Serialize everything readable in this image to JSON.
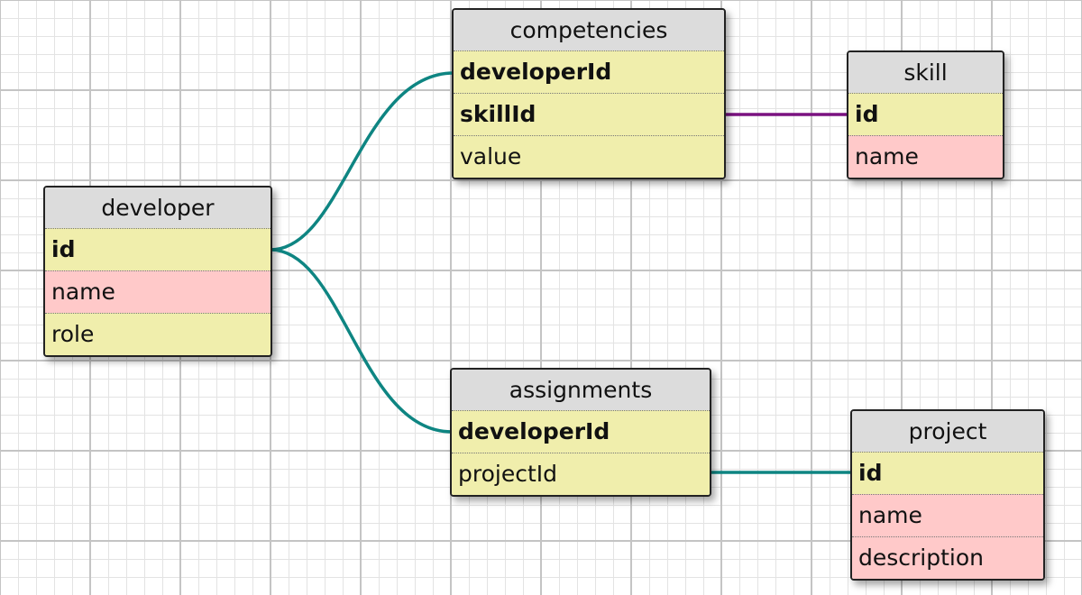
{
  "tables": {
    "developer": {
      "title": "developer",
      "fields": [
        {
          "label": "id",
          "key": true,
          "color": "#f0eeac"
        },
        {
          "label": "name",
          "key": false,
          "color": "#ffc9c9"
        },
        {
          "label": "role",
          "key": false,
          "color": "#f0eeac"
        }
      ]
    },
    "competencies": {
      "title": "competencies",
      "fields": [
        {
          "label": "developerId",
          "key": true,
          "color": "#f0eeac"
        },
        {
          "label": "skillId",
          "key": true,
          "color": "#f0eeac"
        },
        {
          "label": "value",
          "key": false,
          "color": "#f0eeac"
        }
      ]
    },
    "skill": {
      "title": "skill",
      "fields": [
        {
          "label": "id",
          "key": true,
          "color": "#f0eeac"
        },
        {
          "label": "name",
          "key": false,
          "color": "#ffc9c9"
        }
      ]
    },
    "assignments": {
      "title": "assignments",
      "fields": [
        {
          "label": "developerId",
          "key": true,
          "color": "#f0eeac"
        },
        {
          "label": "projectId",
          "key": false,
          "color": "#f0eeac"
        }
      ]
    },
    "project": {
      "title": "project",
      "fields": [
        {
          "label": "id",
          "key": true,
          "color": "#f0eeac"
        },
        {
          "label": "name",
          "key": false,
          "color": "#ffc9c9"
        },
        {
          "label": "description",
          "key": false,
          "color": "#ffc9c9"
        }
      ]
    }
  },
  "relations": [
    {
      "from": "developer.id",
      "to": "competencies.developerId",
      "color": "#0e8582"
    },
    {
      "from": "developer.id",
      "to": "assignments.developerId",
      "color": "#0e8582"
    },
    {
      "from": "competencies.skillId",
      "to": "skill.id",
      "color": "#7a1280"
    },
    {
      "from": "assignments.projectId",
      "to": "project.id",
      "color": "#0e8582"
    }
  ]
}
